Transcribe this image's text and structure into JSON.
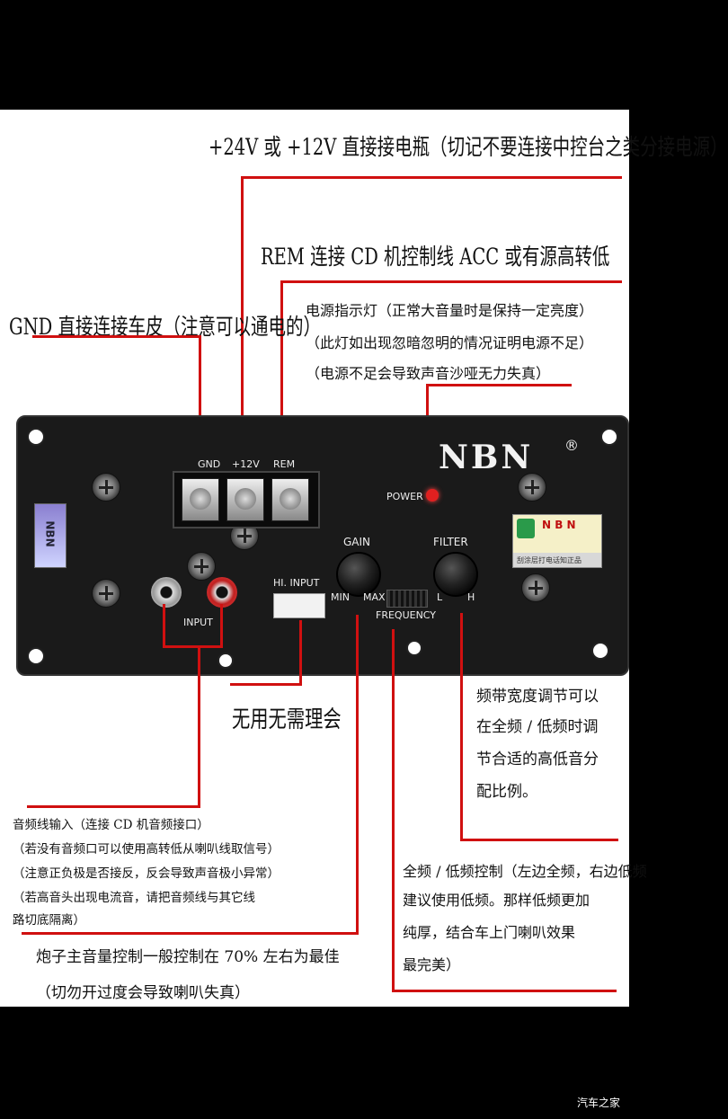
{
  "annotations": {
    "power_supply": "+24V 或 +12V 直接接电瓶（切记不要连接中控台之类分接电源）",
    "rem": "REM 连接 CD 机控制线 ACC 或有源高转低",
    "gnd": "GND 直接连接车皮（注意可以通电的）",
    "power_led_1": "电源指示灯（正常大音量时是保持一定亮度）",
    "power_led_2": "（此灯如出现忽暗忽明的情况证明电源不足）",
    "power_led_3": "（电源不足会导致声音沙哑无力失真）",
    "hi_input": "无用无需理会",
    "frequency_1": "频带宽度调节可以",
    "frequency_2": "在全频 / 低频时调",
    "frequency_3": "节合适的高低音分",
    "frequency_4": "配比例。",
    "input_1": "音频线输入（连接 CD 机音频接口）",
    "input_2": "（若没有音频口可以使用高转低从喇叭线取信号）",
    "input_3": "（注意正负极是否接反，反会导致声音极小异常）",
    "input_4": "（若高音头出现电流音，请把音频线与其它线",
    "input_5": "路切底隔离）",
    "filter_1": "全频 / 低频控制（左边全频，右边低频",
    "filter_2": "建议使用低频。那样低频更加",
    "filter_3": "纯厚，结合车上门喇叭效果",
    "filter_4": "最完美）",
    "gain_1": "炮子主音量控制一般控制在 70% 左右为最佳",
    "gain_2": "（切勿开过度会导致喇叭失真）"
  },
  "panel": {
    "brand": "NBN",
    "registered": "®",
    "terminal_gnd": "GND",
    "terminal_12v": "+12V",
    "terminal_rem": "REM",
    "power": "POWER",
    "gain": "GAIN",
    "filter": "FILTER",
    "min": "MIN",
    "max": "MAX",
    "l": "L",
    "h": "H",
    "frequency": "FREQUENCY",
    "hi_input": "HI. INPUT",
    "input": "INPUT",
    "sticker_brand": "N B N",
    "sticker_note": "刮涂层打电话知正品",
    "side_label": "NBN"
  },
  "watermark": "汽车之家",
  "colors": {
    "annotation_line": "#d01010",
    "panel": "#1a1a1a",
    "led": "#e02020"
  }
}
